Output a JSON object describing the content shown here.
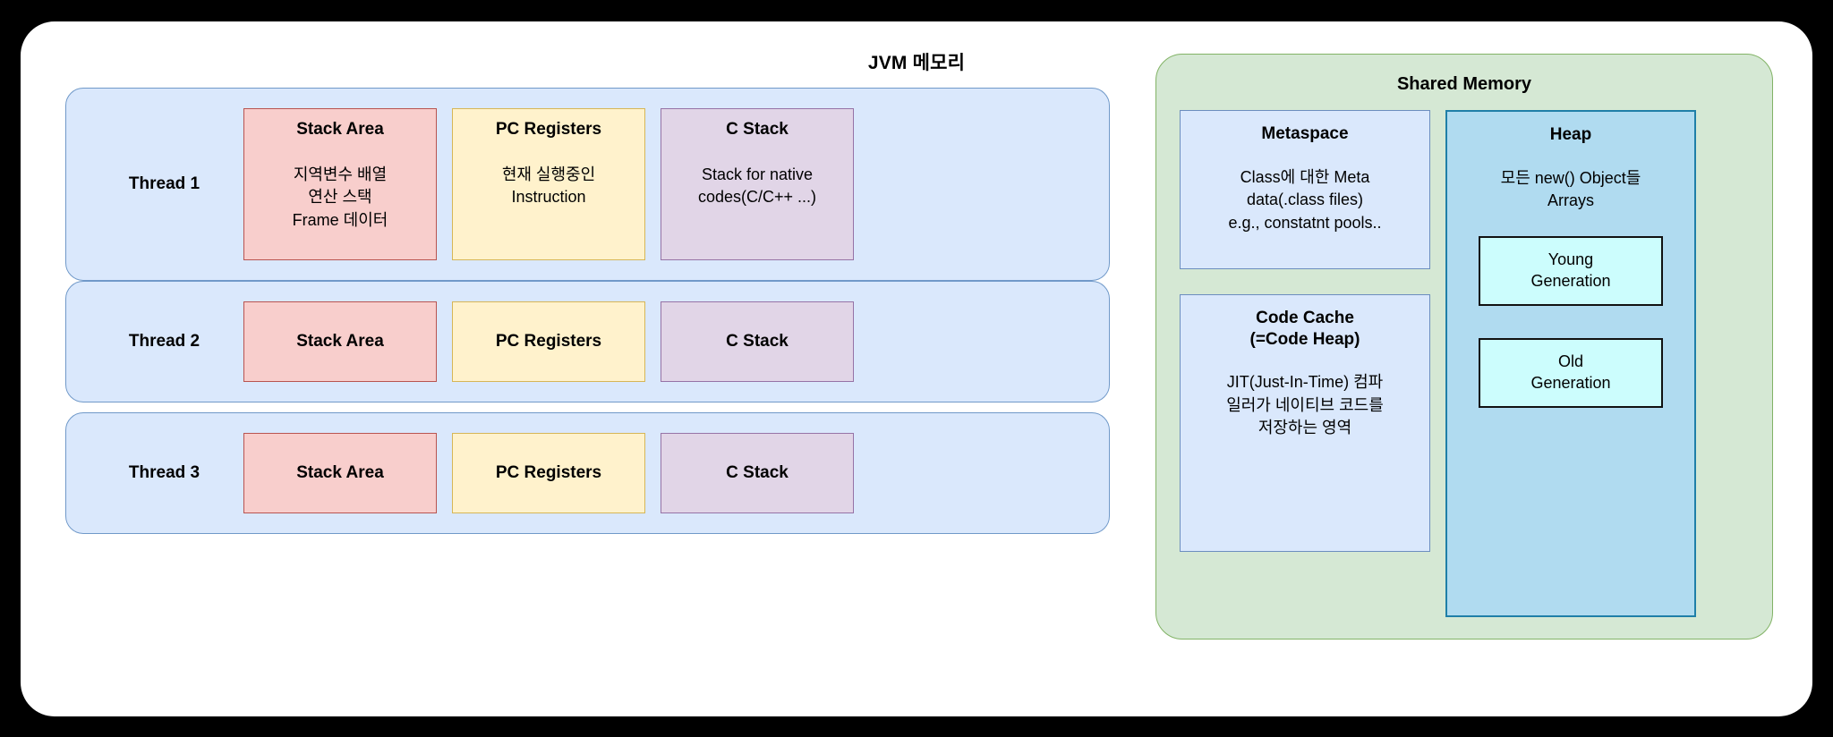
{
  "diagram": {
    "title": "JVM 메모리",
    "colors": {
      "card_bg": "#ffffff",
      "page_bg": "#000000",
      "thread_fill": "#dae8fc",
      "thread_stroke": "#7099c9",
      "stack_area_fill": "#f8cecc",
      "stack_area_stroke": "#b85450",
      "pc_registers_fill": "#fff2cc",
      "pc_registers_stroke": "#d6b656",
      "c_stack_fill": "#e1d5e7",
      "c_stack_stroke": "#9673a6",
      "shared_memory_fill": "#d5e8d4",
      "shared_memory_stroke": "#82b366",
      "metaspace_fill": "#dae8fc",
      "metaspace_stroke": "#6c8ebf",
      "heap_fill": "#b0dbf0",
      "heap_stroke": "#1f7fa8",
      "generation_fill": "#ccfdfd",
      "generation_stroke": "#111111"
    }
  },
  "threads": [
    {
      "label": "Thread 1",
      "boxes": [
        {
          "title": "Stack Area",
          "desc": [
            "지역변수 배열",
            "연산 스택",
            "Frame 데이터"
          ]
        },
        {
          "title": "PC Registers",
          "desc": [
            "현재 실행중인",
            "Instruction"
          ]
        },
        {
          "title": "C Stack",
          "desc": [
            "Stack for native",
            "codes(C/C++ ...)"
          ]
        }
      ]
    },
    {
      "label": "Thread 2",
      "boxes": [
        {
          "title": "Stack Area",
          "desc": []
        },
        {
          "title": "PC Registers",
          "desc": []
        },
        {
          "title": "C Stack",
          "desc": []
        }
      ]
    },
    {
      "label": "Thread 3",
      "boxes": [
        {
          "title": "Stack Area",
          "desc": []
        },
        {
          "title": "PC Registers",
          "desc": []
        },
        {
          "title": "C Stack",
          "desc": []
        }
      ]
    }
  ],
  "shared_memory": {
    "title": "Shared Memory",
    "metaspace": {
      "title": "Metaspace",
      "desc": [
        "Class에 대한 Meta",
        "data(.class files)",
        "e.g., constatnt pools.."
      ]
    },
    "code_cache": {
      "title_line1": "Code Cache",
      "title_line2": "(=Code Heap)",
      "desc": [
        "JIT(Just-In-Time) 컴파",
        "일러가 네이티브 코드를",
        "저장하는 영역"
      ]
    },
    "heap": {
      "title": "Heap",
      "desc": [
        "모든 new() Object들",
        "Arrays"
      ],
      "generations": [
        {
          "line1": "Young",
          "line2": "Generation"
        },
        {
          "line1": "Old",
          "line2": "Generation"
        }
      ]
    }
  }
}
